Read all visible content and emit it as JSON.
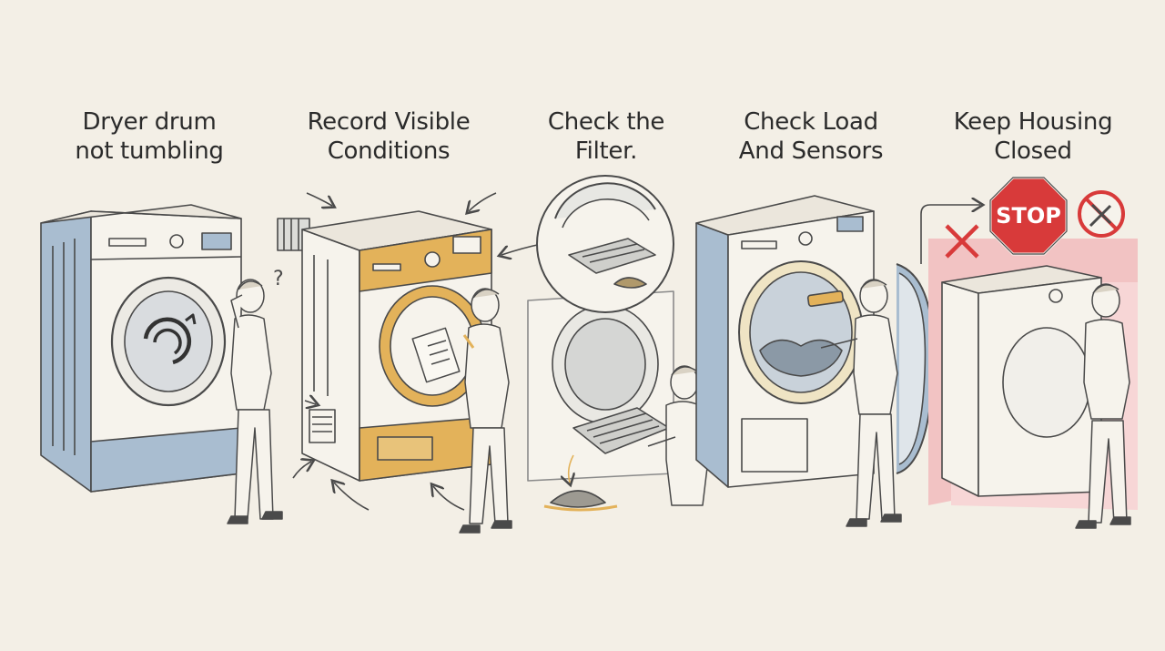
{
  "steps": [
    {
      "title": "Dryer drum\nnot tumbling"
    },
    {
      "title": "Record Visible\nConditions"
    },
    {
      "title": "Check the\nFilter."
    },
    {
      "title": "Check Load\nAnd Sensors"
    },
    {
      "title": "Keep Housing\nClosed"
    }
  ],
  "signs": {
    "question_mark": "?",
    "stop": "STOP"
  },
  "colors": {
    "background": "#f3efe6",
    "line": "#4a4a4a",
    "blue_accent": "#a9bdd0",
    "yellow_accent": "#e3b25a",
    "stop_red": "#d83a3a",
    "warning_band": "#f2c3c3"
  }
}
